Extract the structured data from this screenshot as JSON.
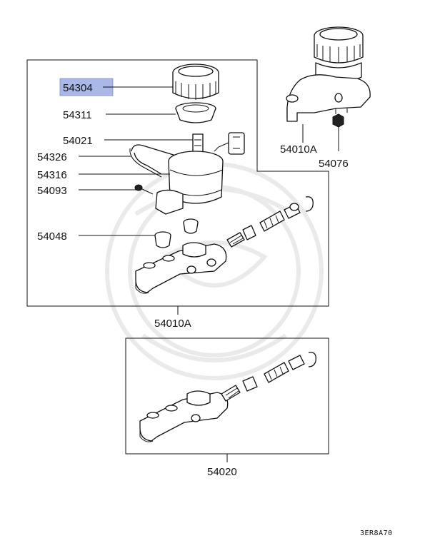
{
  "diagram": {
    "highlight_color": "#a9b8e6",
    "callouts": {
      "c54304": "54304",
      "c54311": "54311",
      "c54021": "54021",
      "c54326": "54326",
      "c54316": "54316",
      "c54093": "54093",
      "c54048": "54048",
      "c54010A_top": "54010A",
      "c54076": "54076",
      "c54010A_main": "54010A",
      "c54020": "54020"
    },
    "figure_code": "3ER8A70"
  }
}
